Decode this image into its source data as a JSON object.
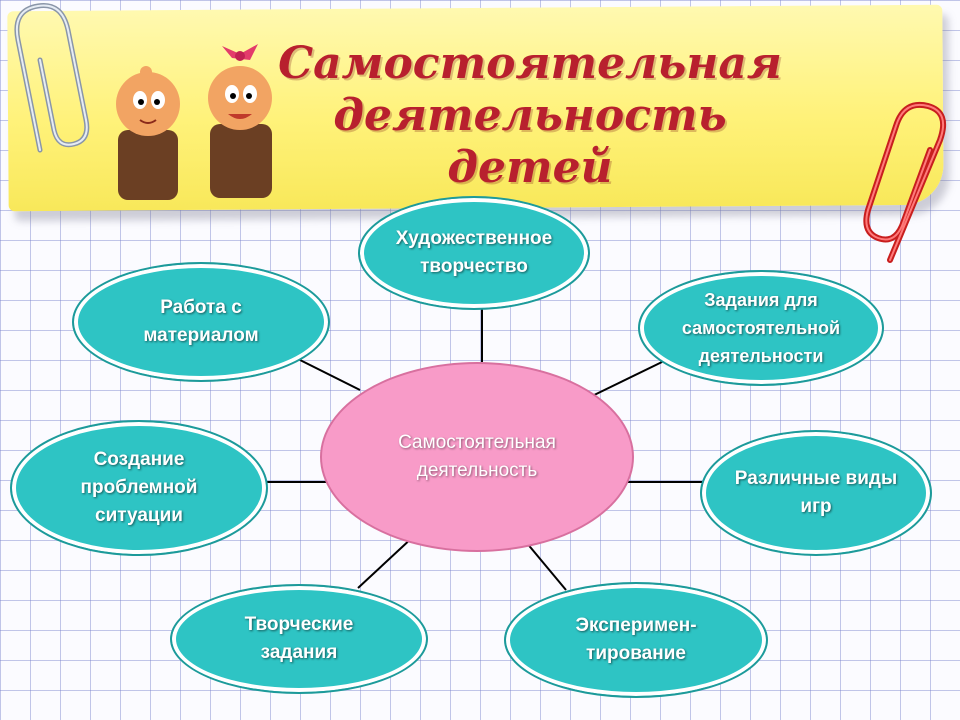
{
  "title": "Самостоятельная\nдеятельность детей",
  "center": "Самостоятельная\nдеятельность",
  "nodes": {
    "art": "Художественное\nтворчество",
    "material": "Работа с\nматериалом",
    "tasks": "Задания для\nсамостоятельной\nдеятельности",
    "problem": "Создание\nпроблемной\nситуации",
    "games": "Различные виды\nигр",
    "creative": "Творческие\nзадания",
    "experiment": "Эксперимен-\nтирование"
  },
  "decorations": [
    "paperclip-icon",
    "paperclip-icon",
    "cartoon-kids-image"
  ],
  "colors": {
    "node_fill": "#2ec4c4",
    "center_fill": "#f89bc8",
    "title": "#b8202e",
    "banner": "#fff27a"
  }
}
